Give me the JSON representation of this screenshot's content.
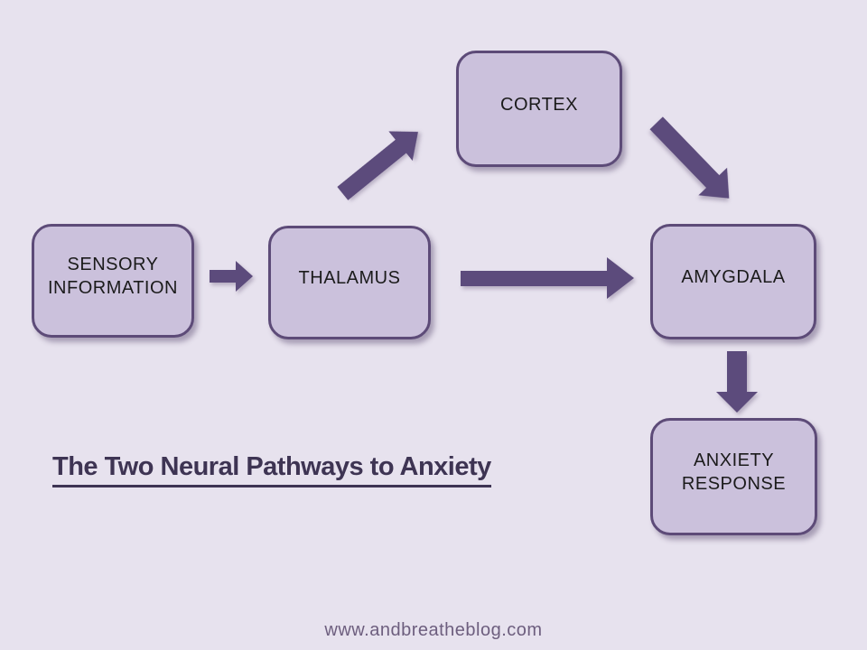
{
  "title": "The Two Neural Pathways to Anxiety",
  "footer": "www.andbreatheblog.com",
  "nodes": {
    "sensory": {
      "label": "SENSORY INFORMATION"
    },
    "thalamus": {
      "label": "THALAMUS"
    },
    "cortex": {
      "label": "CORTEX"
    },
    "amygdala": {
      "label": "AMYGDALA"
    },
    "anxiety": {
      "label": "ANXIETY RESPONSE"
    }
  },
  "arrows": [
    {
      "name": "sensory-to-thalamus",
      "from": "SENSORY INFORMATION",
      "to": "THALAMUS",
      "direction": "right"
    },
    {
      "name": "thalamus-to-cortex",
      "from": "THALAMUS",
      "to": "CORTEX",
      "direction": "up-right"
    },
    {
      "name": "cortex-to-amygdala",
      "from": "CORTEX",
      "to": "AMYGDALA",
      "direction": "down-right"
    },
    {
      "name": "thalamus-to-amygdala",
      "from": "THALAMUS",
      "to": "AMYGDALA",
      "direction": "right"
    },
    {
      "name": "amygdala-to-anxiety",
      "from": "AMYGDALA",
      "to": "ANXIETY RESPONSE",
      "direction": "down"
    }
  ],
  "colors": {
    "background": "#e7e2ee",
    "node_fill": "#cbc1dc",
    "node_border": "#5d4b78",
    "node_text": "#1b1b1b",
    "arrow": "#5c4b7c",
    "title_text": "#3e3453",
    "footer_text": "#6d5e7e"
  }
}
